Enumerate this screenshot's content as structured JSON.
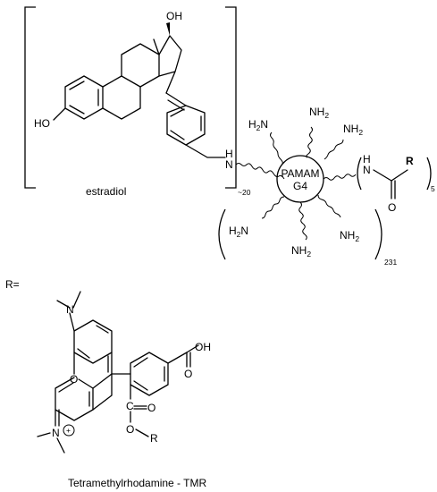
{
  "estradiol": {
    "label": "estradiol",
    "oh_top": "OH",
    "ho_left": "HO",
    "nh_link": "H",
    "nh_link_n": "N",
    "repeat": "~20"
  },
  "core": {
    "line1": "PAMAM",
    "line2": "G4"
  },
  "amines": {
    "symbol": "H",
    "n": "N",
    "sub": "2"
  },
  "amide": {
    "nh_h": "H",
    "nh_n": "N",
    "carbonyl_o": "O",
    "r": "R",
    "repeat": "5"
  },
  "surface_repeat": "231",
  "r_def": "R=",
  "tmr": {
    "n_top": "N",
    "o_ring": "O",
    "n_bottom": "N",
    "plus": "+",
    "oh": "OH",
    "acid_o": "O",
    "ester_o": "O",
    "ester_c": "C",
    "ester_dbl_o": "O",
    "ester_r": "R",
    "caption": "Tetramethylrhodamine - TMR"
  }
}
